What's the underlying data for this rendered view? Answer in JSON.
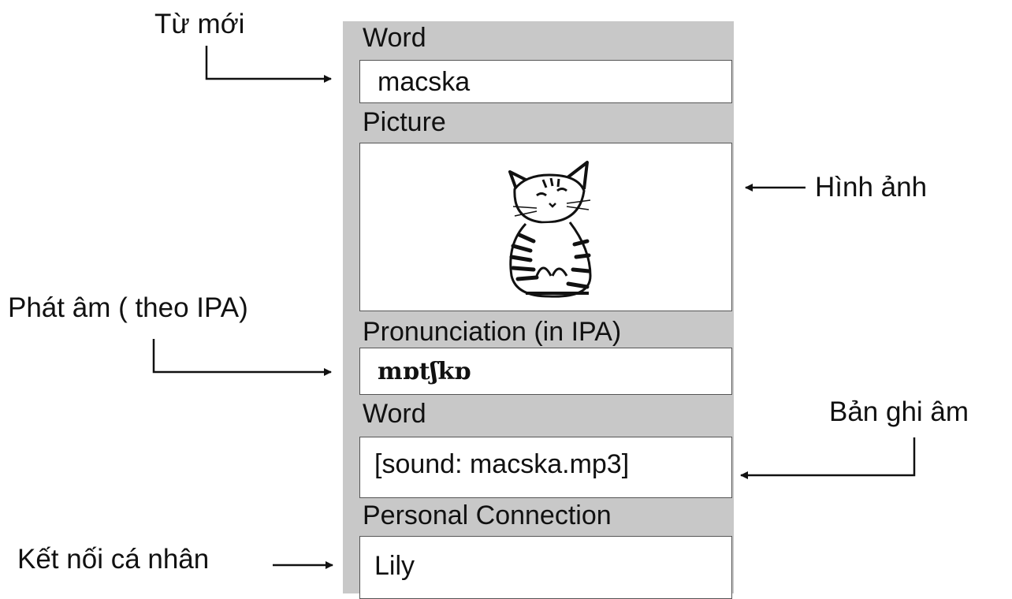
{
  "card": {
    "fields": [
      {
        "label": "Word",
        "value": "macska"
      },
      {
        "label": "Picture",
        "image_icon": "cat-sketch-icon"
      },
      {
        "label": "Pronunciation (in IPA)",
        "value": "mɒtʃkɒ"
      },
      {
        "label": "Word",
        "value": "[sound: macska.mp3]"
      },
      {
        "label": "Personal Connection",
        "value": "Lily"
      }
    ]
  },
  "annotations": {
    "new_word": "Từ mới",
    "picture": "Hình ảnh",
    "pronunciation": "Phát âm ( theo IPA)",
    "recording": "Bản ghi âm",
    "personal_connection": "Kết nối cá nhân"
  }
}
